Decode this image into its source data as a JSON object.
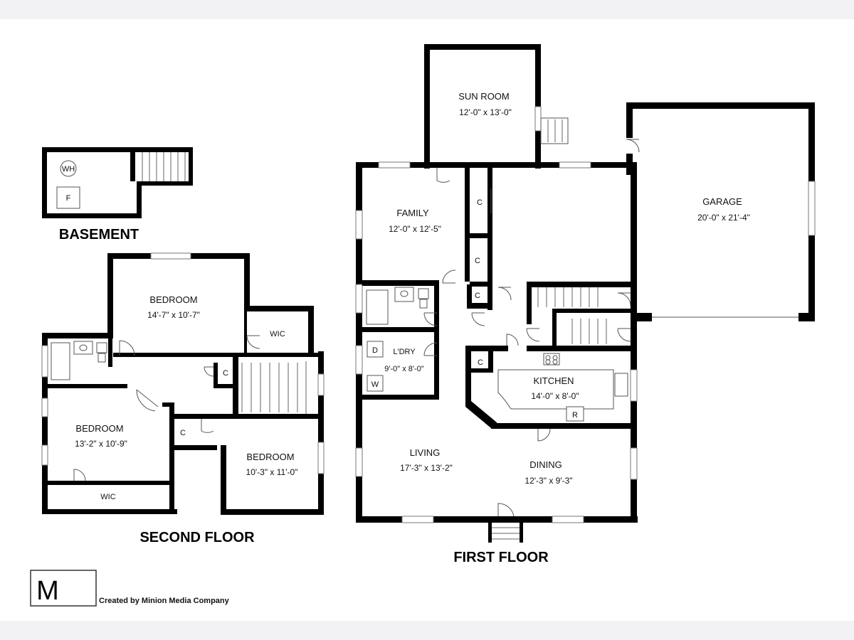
{
  "floors": {
    "basement": {
      "title": "BASEMENT",
      "water_heater": "WH",
      "furnace": "F"
    },
    "second": {
      "title": "SECOND FLOOR",
      "bedroom_top": {
        "name": "BEDROOM",
        "dims": "14'-7\" x 10'-7\""
      },
      "wic_top": "WIC",
      "bedroom_left": {
        "name": "BEDROOM",
        "dims": "13'-2\" x 10'-9\""
      },
      "wic_bottom": "WIC",
      "bedroom_right": {
        "name": "BEDROOM",
        "dims": "10'-3\" x 11'-0\""
      },
      "closet_1": "C",
      "closet_2": "C"
    },
    "first": {
      "title": "FIRST FLOOR",
      "sun_room": {
        "name": "SUN ROOM",
        "dims": "12'-0\" x 13'-0\""
      },
      "family": {
        "name": "FAMILY",
        "dims": "12'-0\" x 12'-5\""
      },
      "garage": {
        "name": "GARAGE",
        "dims": "20'-0\" x 21'-4\""
      },
      "laundry": {
        "name": "L'DRY",
        "dims": "9'-0\" x 8'-0\"",
        "dryer": "D",
        "washer": "W"
      },
      "kitchen": {
        "name": "KITCHEN",
        "dims": "14'-0\" x 8'-0\"",
        "refrigerator": "R"
      },
      "living": {
        "name": "LIVING",
        "dims": "17'-3\" x 13'-2\""
      },
      "dining": {
        "name": "DINING",
        "dims": "12'-3\" x 9'-3\""
      },
      "closets": [
        "C",
        "C",
        "C",
        "C"
      ]
    }
  },
  "branding": {
    "logo_letter": "M",
    "credit": "Created by Minion Media Company"
  }
}
